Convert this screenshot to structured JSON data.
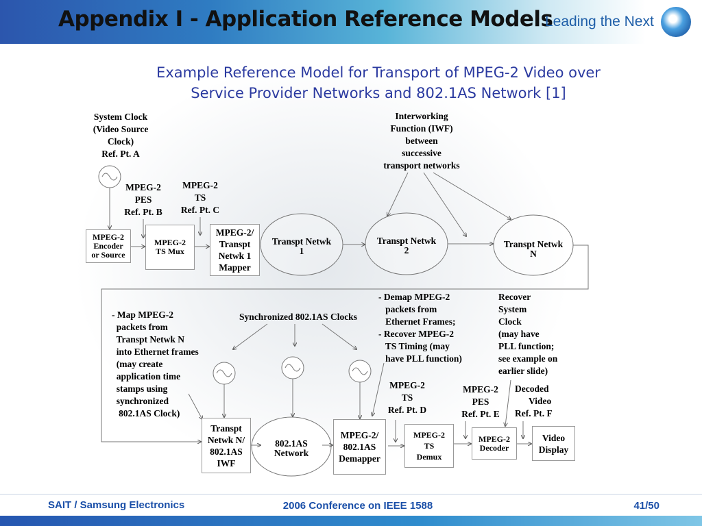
{
  "header": {
    "title": "Appendix I - Application Reference Models",
    "logo_text": "Leading the Next"
  },
  "subtitle": {
    "line1": "Example Reference Model for Transport of MPEG-2 Video over",
    "line2": "Service Provider Networks and 802.1AS Network [1]"
  },
  "labels": {
    "system_clock": "System Clock\n(Video Source\nClock)\nRef. Pt. A",
    "ref_b": "MPEG-2\nPES\nRef. Pt. B",
    "ref_c": "MPEG-2\nTS\nRef. Pt. C",
    "iwf": "Interworking\nFunction (IWF)\nbetween\nsuccessive\ntransport networks",
    "map_note": "- Map MPEG-2\n  packets from\n  Transpt Netwk N\n  into Ethernet frames\n  (may create\n  application time\n  stamps using\n  synchronized\n   802.1AS Clock)",
    "sync_clocks": "Synchronized 802.1AS Clocks",
    "demap_note": "- Demap MPEG-2\n   packets from\n   Ethernet Frames;\n- Recover MPEG-2\n   TS Timing (may\n   have PLL function)",
    "recover_note": "Recover\nSystem\nClock\n(may have\nPLL function;\nsee example on\nearlier slide)",
    "ref_d": "MPEG-2\nTS\nRef. Pt. D",
    "ref_e": "MPEG-2\nPES\nRef. Pt. E",
    "ref_f": "Decoded\n      Video\nRef. Pt. F"
  },
  "blocks": {
    "encoder": "MPEG-2\nEncoder\nor Source",
    "ts_mux": "MPEG-2\nTS Mux",
    "mapper": "MPEG-2/\nTranspt\nNetwk 1\nMapper",
    "netwk1": "Transpt Netwk\n1",
    "netwk2": "Transpt Netwk\n2",
    "netwkN": "Transpt Netwk\nN",
    "iwf_box": "Transpt\nNetwk N/\n802.1AS\nIWF",
    "net_8021as": "802.1AS\nNetwork",
    "demapper": "MPEG-2/\n802.1AS\nDemapper",
    "demux": "MPEG-2\nTS\nDemux",
    "decoder": "MPEG-2\nDecoder",
    "display": "Video\nDisplay"
  },
  "footer": {
    "left": "SAIT / Samsung Electronics",
    "center": "2006 Conference on IEEE 1588",
    "page": "41/50"
  }
}
